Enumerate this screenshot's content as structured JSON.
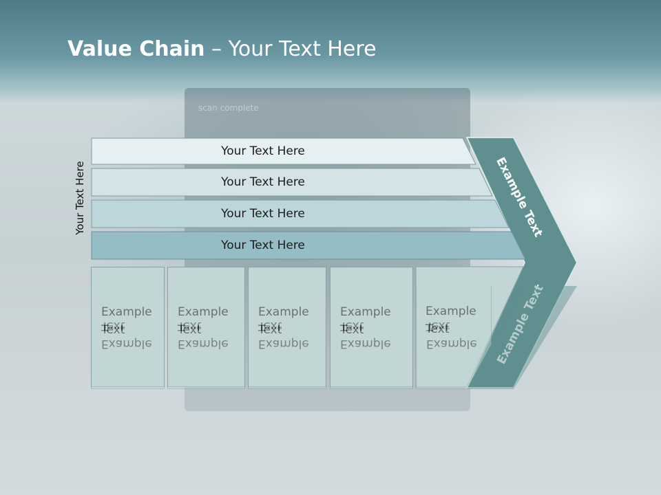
{
  "slide": {
    "title_bold": "Value Chain",
    "title_rest": " – Your Text Here",
    "vertical_label": "Your Text Here",
    "bars": [
      {
        "label": "Your Text Here"
      },
      {
        "label": "Your Text Here"
      },
      {
        "label": "Your Text Here"
      },
      {
        "label": "Your Text Here"
      }
    ],
    "boxes": [
      {
        "line1": "Example",
        "line2": "Text"
      },
      {
        "line1": "Example",
        "line2": "Text"
      },
      {
        "line1": "Example",
        "line2": "Text"
      },
      {
        "line1": "Example",
        "line2": "Text"
      },
      {
        "line1": "Example",
        "line2": "Text"
      }
    ],
    "chevron_upper_label": "Example Text",
    "chevron_lower_label": "Example Text",
    "background_caption": "scan complete"
  },
  "colors": {
    "header": "#5b8b96",
    "chevron": "#5f8f8f",
    "bars": [
      "#e6eff1",
      "#d3e3e6",
      "#bcd6db",
      "#94bdc5"
    ],
    "box": "#c3d6d6"
  }
}
